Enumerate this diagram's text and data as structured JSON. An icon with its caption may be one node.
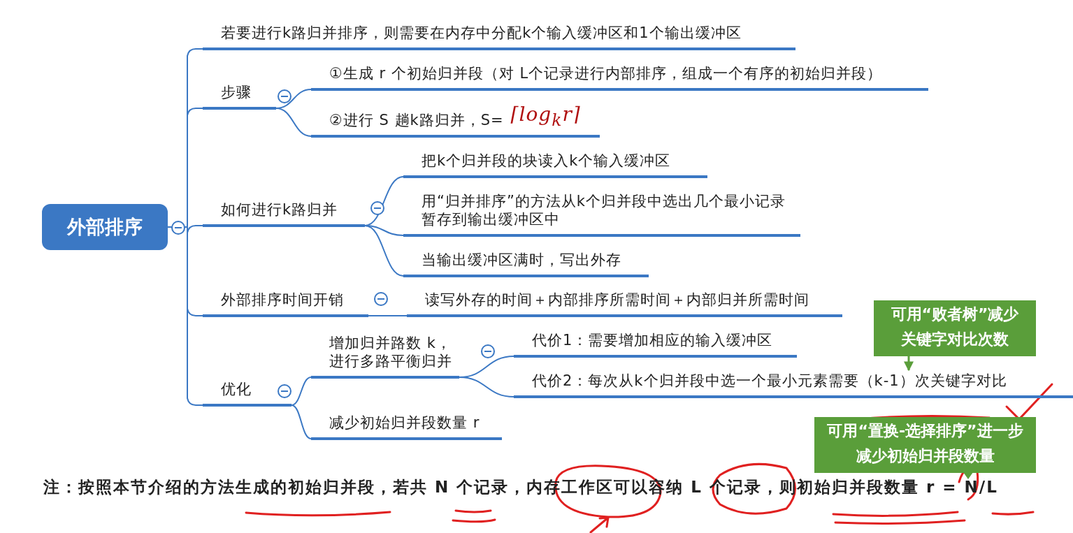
{
  "diagram": {
    "nodes": [
      {
        "text": [
          "外部排序"
        ]
      },
      {
        "text": [
          "若要进行k路归并排序，则需要在内存中分配k个输入缓冲区和1个输出缓冲区"
        ]
      },
      {
        "text": [
          "步骤"
        ]
      },
      {
        "text": [
          "①生成 r 个初始归并段（对 L个记录进行内部排序，组成一个有序的初始归并段）"
        ]
      },
      {
        "text": [
          "②进行 S 趟k路归并，S=",
          "⌈log$_{k}$r⌉"
        ]
      },
      {
        "text": [
          "如何进行k路归并"
        ]
      },
      {
        "text": [
          "把k个归并段的块读入k个输入缓冲区"
        ]
      },
      {
        "text": [
          "用“归并排序”的方法从k个归并段中选出几个最小记录暂存到输出缓冲区中"
        ]
      },
      {
        "text": [
          "当输出缓冲区满时，写出外存"
        ]
      },
      {
        "text": [
          "外部排序时间开销"
        ]
      },
      {
        "text": [
          "读写外存的时间＋内部排序所需时间＋内部归并所需时间"
        ]
      },
      {
        "text": [
          "优化"
        ]
      },
      {
        "text": [
          "增加归并路数 k，进行多路平衡归并"
        ]
      },
      {
        "text": [
          "代价1：需要增加相应的输入缓冲区"
        ]
      },
      {
        "text": [
          "代价2：每次从k个归并段中选一个最小元素需要（k-1）次关键字对比"
        ]
      },
      {
        "text": [
          "减少初始归并段数量 r"
        ]
      },
      {
        "text": [
          "可用“败者树”减少关键字对比次数"
        ]
      },
      {
        "text": [
          "可用“置换-选择排序”进一步减少初始归并段数量"
        ]
      }
    ],
    "edges": [
      {
        "from": 0,
        "to": 1,
        "arrow": "none"
      },
      {
        "from": 0,
        "to": 2,
        "arrow": "none"
      },
      {
        "from": 0,
        "to": 5,
        "arrow": "none"
      },
      {
        "from": 0,
        "to": 9,
        "arrow": "none"
      },
      {
        "from": 0,
        "to": 11,
        "arrow": "none"
      },
      {
        "from": 2,
        "to": 3,
        "arrow": "none"
      },
      {
        "from": 2,
        "to": 4,
        "arrow": "none"
      },
      {
        "from": 5,
        "to": 6,
        "arrow": "none"
      },
      {
        "from": 5,
        "to": 7,
        "arrow": "none"
      },
      {
        "from": 5,
        "to": 8,
        "arrow": "none"
      },
      {
        "from": 9,
        "to": 10,
        "arrow": "none"
      },
      {
        "from": 11,
        "to": 12,
        "arrow": "none"
      },
      {
        "from": 11,
        "to": 15,
        "arrow": "none"
      },
      {
        "from": 12,
        "to": 13,
        "arrow": "none"
      },
      {
        "from": 12,
        "to": 14,
        "arrow": "none"
      },
      {
        "from": 16,
        "to": 14,
        "arrow": "to",
        "color": "#5a9e3a"
      }
    ],
    "labels": [
      "注：按照本节介绍的方法生成的初始归并段，若共 N 个记录，内存工作区可以容纳 L 个记录，则初始归并段数量 r = N/L"
    ]
  }
}
